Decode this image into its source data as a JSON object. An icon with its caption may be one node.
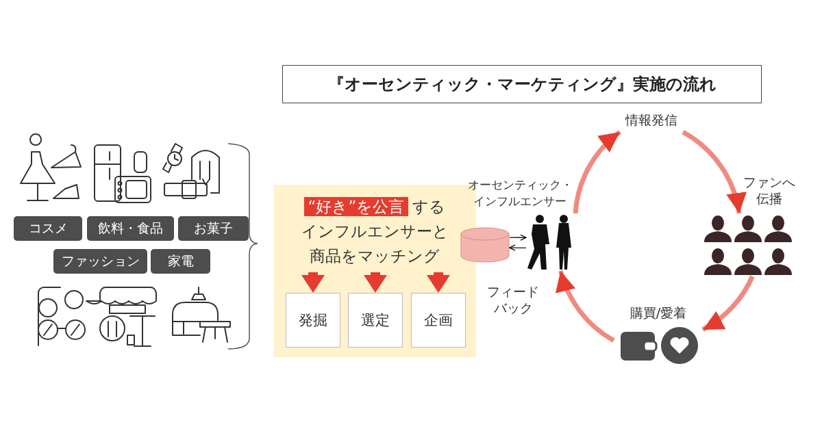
{
  "diagram": {
    "title": "『オーセンティック・マーケティング』実施の流れ",
    "nodes": [
      {
        "text": [
          "コスメ"
        ]
      },
      {
        "text": [
          "飲料・食品"
        ]
      },
      {
        "text": [
          "お菓子"
        ]
      },
      {
        "text": [
          "ファッション"
        ]
      },
      {
        "text": [
          "家電"
        ]
      },
      {
        "text": [
          "“好き”を公言",
          "するインフルエンサーと商品をマッチング"
        ]
      },
      {
        "text": [
          "発掘"
        ],
        "in": 5
      },
      {
        "text": [
          "選定"
        ],
        "in": 5
      },
      {
        "text": [
          "企画"
        ],
        "in": 5
      },
      {
        "text": [],
        "shape": "cylinder"
      },
      {
        "text": [],
        "shape": "person",
        "beside": [
          "オーセンティック・インフルエンサー"
        ]
      },
      {
        "text": [
          "情報発信"
        ]
      },
      {
        "text": [],
        "shape": "person"
      },
      {
        "text": [
          "購買/愛着"
        ]
      }
    ],
    "edges": [
      {
        "from": 5,
        "to": 6,
        "arrow": "to",
        "style": "thick",
        "color": "#e53c2f"
      },
      {
        "from": 5,
        "to": 7,
        "arrow": "to",
        "style": "thick",
        "color": "#e53c2f"
      },
      {
        "from": 5,
        "to": 8,
        "arrow": "to",
        "style": "thick",
        "color": "#e53c2f"
      },
      {
        "from": 9,
        "to": 10,
        "arrow": "to",
        "color": "#111111"
      },
      {
        "from": 10,
        "to": 9,
        "arrow": "to",
        "color": "#111111"
      },
      {
        "from": 10,
        "to": 11,
        "arrow": "to",
        "color": "#f08a80"
      },
      {
        "from": 11,
        "to": 12,
        "arrow": "to",
        "color": "#f08a80",
        "label": "ファンへ伝播"
      },
      {
        "from": 12,
        "to": 13,
        "arrow": "to",
        "color": "#f08a80"
      },
      {
        "from": 13,
        "to": 10,
        "arrow": "to",
        "color": "#f08a80",
        "label": "フィードバック"
      }
    ]
  }
}
